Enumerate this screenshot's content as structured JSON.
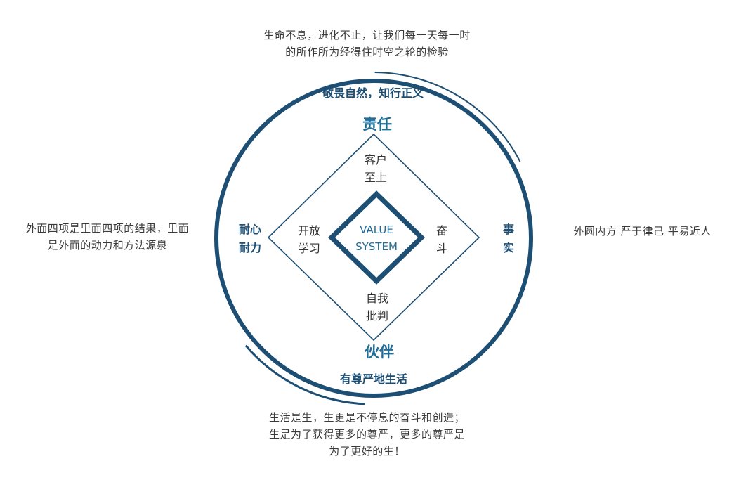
{
  "annotations": {
    "top": [
      "生命不息，进化不止，让我们每一天每一时",
      "的所作所为经得住时空之轮的检验"
    ],
    "left": [
      "外面四项是里面四项的结果，里面",
      "是外面的动力和方法源泉"
    ],
    "right": [
      "外圆内方 严于律己 平易近人"
    ],
    "bottom": [
      "生活是生，生更是不停息的奋斗和创造；",
      "生是为了获得更多的尊严，更多的尊严是",
      "为了更好的生！"
    ]
  },
  "circle": {
    "arc_top": "敬畏自然，知行正义",
    "arc_bottom": "有尊严地生活"
  },
  "outer_values": {
    "top": "责任",
    "bottom": "伙伴",
    "left": [
      "耐心",
      "耐力"
    ],
    "right": [
      "事",
      "实"
    ]
  },
  "inner_values": {
    "top": [
      "客户",
      "至上"
    ],
    "bottom": [
      "自我",
      "批判"
    ],
    "left": [
      "开放",
      "学习"
    ],
    "right": [
      "奋",
      "斗"
    ]
  },
  "core": [
    "VALUE",
    "SYSTEM"
  ],
  "colors": {
    "ring": "#1d4e74",
    "accent": "#1f6d99",
    "diamond_line": "#1d4e74"
  }
}
